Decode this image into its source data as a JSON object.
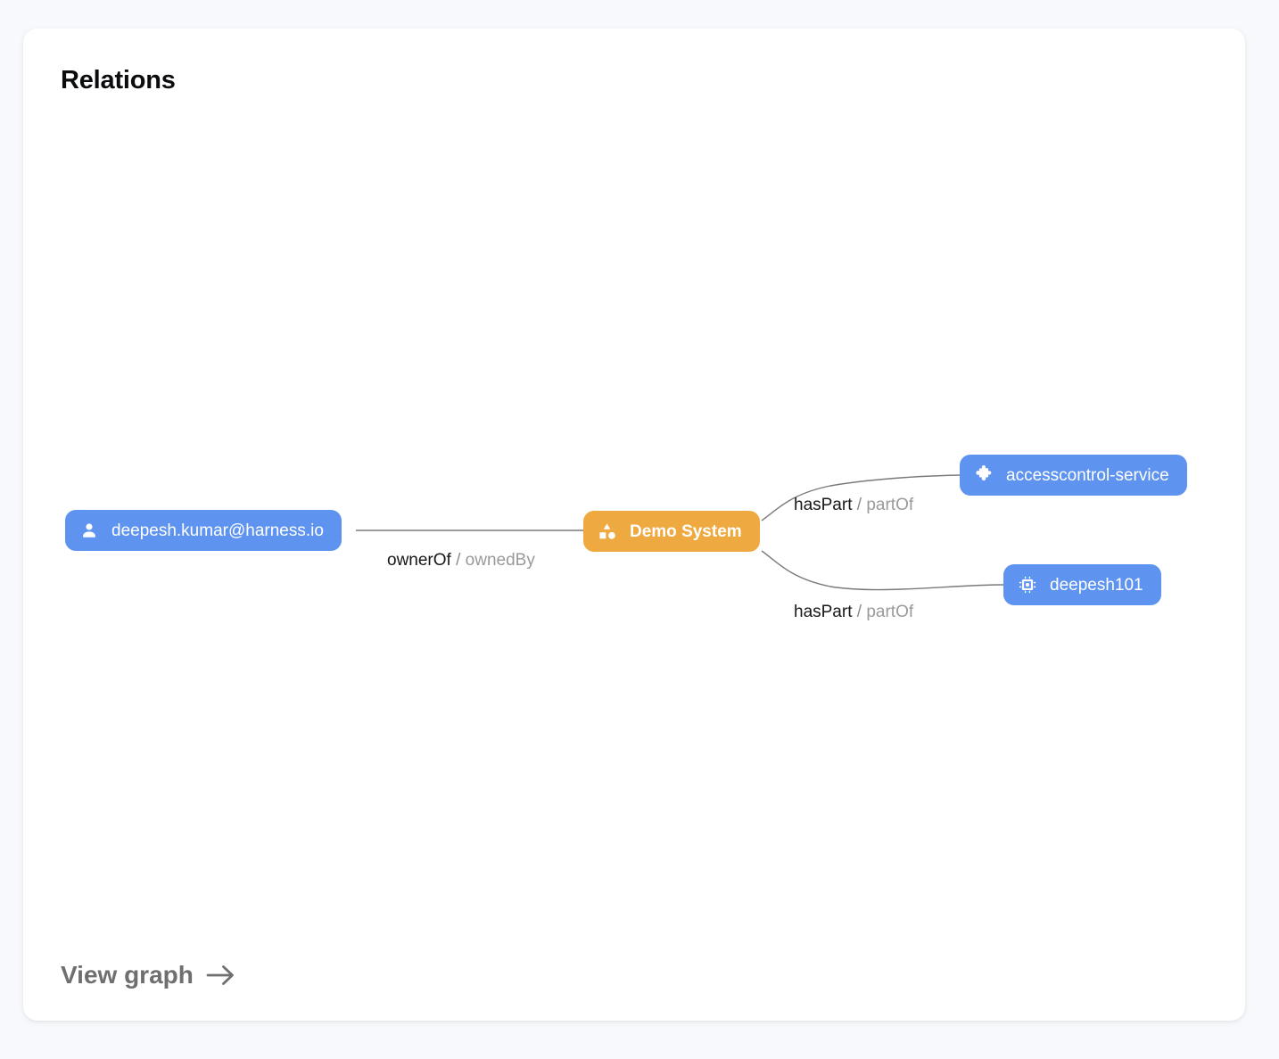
{
  "card": {
    "title": "Relations",
    "accent_blue": "#5e94f0",
    "accent_orange": "#eeaa41",
    "background": "#ffffff",
    "page_background": "#f8f9fc"
  },
  "graph": {
    "nodes": [
      {
        "id": "user",
        "label": "deepesh.kumar@harness.io",
        "kind": "user",
        "icon": "person-icon",
        "color": "#5e94f0"
      },
      {
        "id": "system",
        "label": "Demo System",
        "kind": "system",
        "icon": "shapes-icon",
        "color": "#eeaa41"
      },
      {
        "id": "component",
        "label": "accesscontrol-service",
        "kind": "component",
        "icon": "puzzle-piece-icon",
        "color": "#5e94f0"
      },
      {
        "id": "resource",
        "label": "deepesh101",
        "kind": "resource",
        "icon": "chip-icon",
        "color": "#5e94f0"
      }
    ],
    "edges": [
      {
        "id": "owner",
        "source": "user",
        "target": "system",
        "forward": "ownerOf",
        "separator": "/",
        "reverse": "ownedBy"
      },
      {
        "id": "haspart-1",
        "source": "system",
        "target": "component",
        "forward": "hasPart",
        "separator": "/",
        "reverse": "partOf"
      },
      {
        "id": "haspart-2",
        "source": "system",
        "target": "resource",
        "forward": "hasPart",
        "separator": "/",
        "reverse": "partOf"
      }
    ]
  },
  "footer": {
    "view_graph_label": "View graph",
    "arrow_icon": "arrow-right-icon"
  }
}
